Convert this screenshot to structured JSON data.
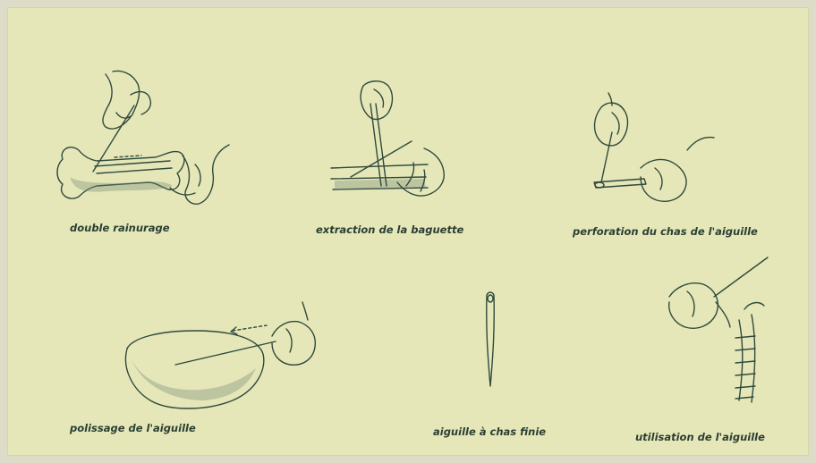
{
  "captions": {
    "double_rainurage": "double rainurage",
    "extraction": "extraction de la baguette",
    "perforation": "perforation du chas de l'aiguille",
    "polissage": "polissage de l'aiguille",
    "aiguille_finie": "aiguille à chas finie",
    "utilisation": "utilisation de l'aiguille"
  },
  "colors": {
    "background": "#e6e7b8",
    "ink": "#2f4a3c"
  }
}
